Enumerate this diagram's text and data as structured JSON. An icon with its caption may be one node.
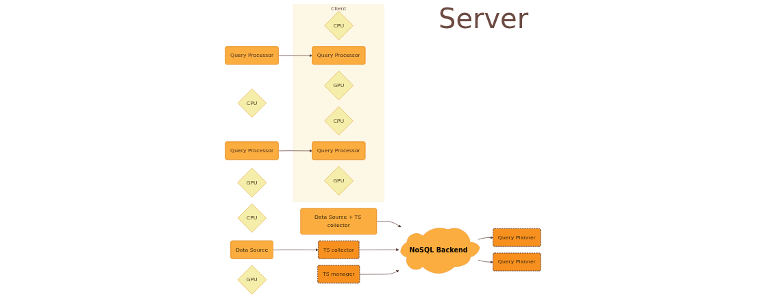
{
  "diagram": {
    "nodes": [
      {
        "text": [
          "Data Source + TS collector"
        ]
      },
      {
        "text": [
          "Data Source"
        ]
      },
      {
        "text": [
          "TS collector"
        ]
      },
      {
        "text": [
          "TS manager"
        ]
      },
      {
        "text": [
          "NoSQL Backend"
        ]
      },
      {
        "text": [
          "Query Planner"
        ]
      },
      {
        "text": [
          "CPU"
        ]
      },
      {
        "text": [
          "Query Processor"
        ]
      },
      {
        "text": [
          "GPU"
        ]
      },
      {
        "text": [
          "Client"
        ]
      },
      {
        "text": [
          "CPU"
        ],
        "in": 9
      },
      {
        "text": [
          "Query Processor"
        ],
        "in": 9
      },
      {
        "text": [
          "GPU"
        ],
        "in": 9
      },
      {
        "text": [
          "Query Planner"
        ]
      },
      {
        "text": [
          "CPU"
        ]
      },
      {
        "text": [
          "Query Processor"
        ]
      },
      {
        "text": [
          "GPU"
        ]
      },
      {
        "text": [
          "CPU"
        ],
        "in": 9
      },
      {
        "text": [
          "Query Processor"
        ],
        "in": 9
      },
      {
        "text": [
          "GPU"
        ],
        "in": 9
      }
    ],
    "edges": [
      {
        "from": 0,
        "to": 4,
        "arrow": "to"
      },
      {
        "from": 1,
        "to": 2,
        "arrow": "to"
      },
      {
        "from": 2,
        "to": 4,
        "arrow": "to"
      },
      {
        "from": 3,
        "to": 4,
        "arrow": "to"
      },
      {
        "from": 4,
        "to": 5,
        "arrow": "to"
      },
      {
        "from": 4,
        "to": 13,
        "arrow": "to"
      },
      {
        "from": 7,
        "to": 11,
        "arrow": "to"
      },
      {
        "from": 15,
        "to": 18,
        "arrow": "to"
      }
    ],
    "labels": [
      "Server"
    ]
  }
}
